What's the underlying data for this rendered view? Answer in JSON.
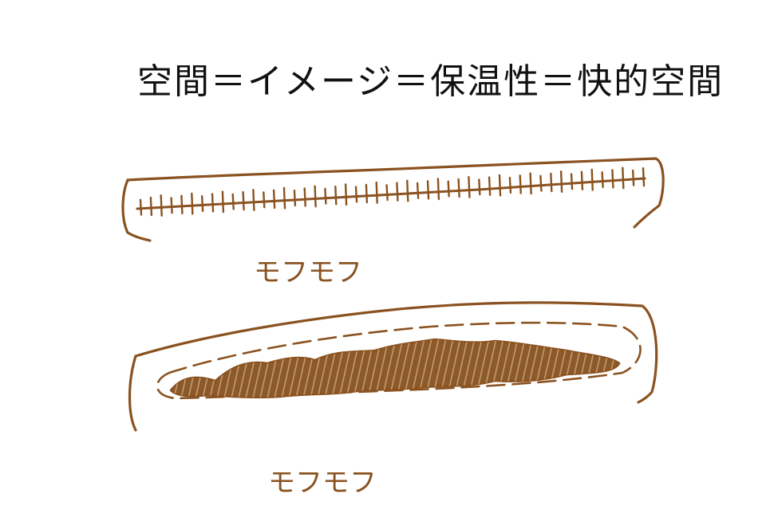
{
  "title": "空間＝イメージ＝保温性＝快的空間",
  "diagrams": [
    {
      "id": "fabric-plain",
      "label": "モフモフ"
    },
    {
      "id": "fabric-filled",
      "label": "モフモフ"
    }
  ],
  "colors": {
    "ink": "#111111",
    "outline": "#8a5220",
    "fill": "#8b5a2b",
    "background": "#ffffff"
  }
}
